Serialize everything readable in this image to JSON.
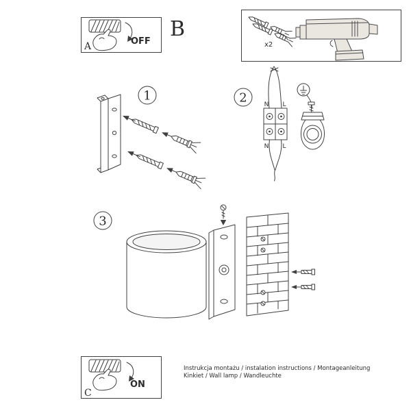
{
  "panels": {
    "a": {
      "label": "A",
      "state": "OFF"
    },
    "c": {
      "label": "C",
      "state": "ON"
    }
  },
  "parts_box": {
    "label": "B",
    "anchor_count": "x2"
  },
  "steps": [
    {
      "number": "1"
    },
    {
      "number": "2"
    },
    {
      "number": "3"
    }
  ],
  "wiring": {
    "terminal_top_left": "N",
    "terminal_top_right": "L",
    "terminal_bottom_left": "N",
    "terminal_bottom_right": "L"
  },
  "footer": {
    "line1": "Instrukcja montażu / instalation instructions / Montageanleitung",
    "line2": "Kinkiet / Wall lamp / Wandleuchte"
  },
  "colors": {
    "line": "#3f3f3f",
    "text": "#2b2b2b",
    "background": "#ffffff"
  }
}
